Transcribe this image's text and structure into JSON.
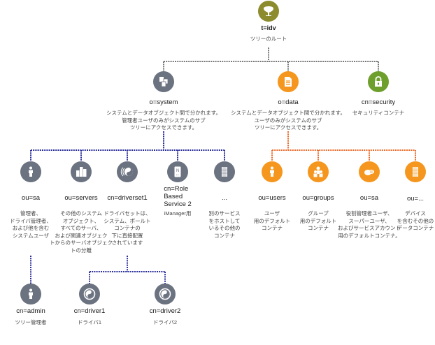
{
  "colors": {
    "root": "#8c8c2e",
    "gray": "#6b7280",
    "orange": "#f5961e",
    "green": "#6e9e2c",
    "line_gray": "#777777",
    "line_blue": "#2b2f9a",
    "line_orange": "#ef6a2a"
  },
  "root": {
    "label": "t=idv",
    "desc": "ツリーのルート",
    "icon": "tree-icon"
  },
  "level1": [
    {
      "id": "system",
      "label": "o=system",
      "icon": "server-stack-icon",
      "color": "gray",
      "desc": [
        "システムとデータオブジェクト間で分かれます。",
        "管理者ユーザのみがシステムのサブ",
        "ツリーにアクセスできます。"
      ]
    },
    {
      "id": "data",
      "label": "o=data",
      "icon": "document-icon",
      "color": "orange",
      "desc": [
        "システムとデータオブジェクト間で分かれます。",
        "ユーザのみがシステムのサブ",
        "ツリーにアクセスできます。"
      ]
    },
    {
      "id": "security",
      "label": "cn=security",
      "icon": "lock-icon",
      "color": "green",
      "desc": [
        "セキュリティコンテナ"
      ]
    }
  ],
  "system_children": [
    {
      "label": "ou=sa",
      "icon": "user-icon",
      "desc": [
        "管理者、",
        "ドライバ管理者、",
        "および他を含む",
        "システムユーザ"
      ]
    },
    {
      "label": "ou=servers",
      "icon": "servers-icon",
      "desc": [
        "その他のシステム",
        "オブジェクト、",
        "すべてのサーバ、",
        "および関連オブジェク",
        "トからのサーバオブジェク",
        "トの分離"
      ]
    },
    {
      "label": "cn=driverset1",
      "icon": "driverset-icon",
      "desc": [
        "ドライバセットは、",
        "システム、ポールト",
        "コンテナの",
        "下に直接配置",
        "されています"
      ]
    },
    {
      "label": "cn=Role Based Service 2",
      "label_lines": [
        "cn=Role",
        "Based",
        "Service 2"
      ],
      "icon": "role-service-icon",
      "desc": [
        "iManager用"
      ]
    },
    {
      "label": "...",
      "icon": "rack-icon",
      "desc": [
        "別のサービス",
        "をホストして",
        "いるその他の",
        "コンテナ"
      ]
    }
  ],
  "data_children": [
    {
      "label": "ou=users",
      "icon": "user-icon",
      "desc": [
        "ユーザ",
        "用のデフォルト",
        "コンテナ"
      ]
    },
    {
      "label": "ou=groups",
      "icon": "group-icon",
      "desc": [
        "グループ",
        "用のデフォルト",
        "コンテナ"
      ]
    },
    {
      "label": "ou=sa",
      "icon": "admin-accounts-icon",
      "desc": [
        "役割管理者ユーザ、",
        "スーパーユーザ、",
        "およびサービスアカウント",
        "用のデフォルトコンテナ。"
      ]
    },
    {
      "label": "ou=...",
      "icon": "rack-icon",
      "desc": [
        "デバイス",
        "を含むその他の",
        "データコンテナ"
      ]
    }
  ],
  "sa_children": [
    {
      "label": "cn=admin",
      "icon": "user-icon",
      "desc": "ツリー管理者"
    }
  ],
  "driverset_children": [
    {
      "label": "cn=driver1",
      "icon": "driver-icon",
      "desc": "ドライバ1"
    },
    {
      "label": "cn=driver2",
      "icon": "driver-icon",
      "desc": "ドライバ2"
    }
  ]
}
